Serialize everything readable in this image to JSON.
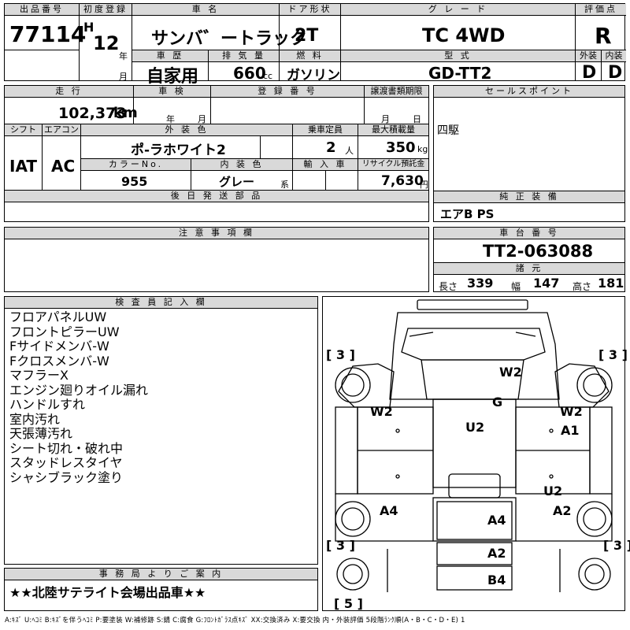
{
  "header": {
    "lot_label": "出品番号",
    "lot_number": "77114",
    "reg_label": "初度登録",
    "era": "H",
    "year": "12",
    "year_unit": "年",
    "month_unit": "月",
    "car_name_label": "車 名",
    "car_name": "サンバ゛ートラック",
    "history_label": "車 歴",
    "history": "自家用",
    "displacement_label": "排 気 量",
    "displacement": "660",
    "displacement_unit": "cc",
    "door_label": "ドア形状",
    "door": "2T",
    "fuel_label": "燃 料",
    "fuel": "ガソリン",
    "grade_label": "グ レ ー ド",
    "grade": "TC 4WD",
    "model_label": "型 式",
    "model": "GD-TT2",
    "score_label": "評価点",
    "score": "R",
    "exterior_label": "外装",
    "exterior": "D",
    "interior_label": "内装",
    "interior": "D"
  },
  "row2": {
    "mileage_label": "走 行",
    "mileage": "102,373",
    "mileage_unit": "km",
    "inspection_label": "車 検",
    "inspection_year": "年",
    "inspection_month": "月",
    "plate_label": "登 録 番 号",
    "transfer_label": "譲渡書類期限",
    "transfer_month": "月",
    "transfer_day": "日",
    "shift_label": "シフト",
    "shift": "IAT",
    "ac_label": "エアコン",
    "ac": "AC",
    "color_label": "外 装 色",
    "color": "ポ-ラホワイト2",
    "capacity_label": "乗車定員",
    "capacity": "2",
    "capacity_unit": "人",
    "load_label": "最大積載量",
    "load": "350",
    "load_unit": "kg",
    "color_no_label": "カラーNo.",
    "color_no": "955",
    "interior_color_label": "内 装 色",
    "interior_color": "グレー",
    "interior_color_unit": "系",
    "import_label": "輸 入 車",
    "recycle_label": "リサイクル預託金",
    "recycle": "7,630",
    "recycle_unit": "円",
    "delivery_label": "後 日 発 送 部 品",
    "sales_label": "セールスポイント",
    "sales": "四駆",
    "equipment_label": "純 正 装 備",
    "equipment": "エアB PS"
  },
  "notes_box": {
    "label": "注 意 事 項 欄"
  },
  "chassis": {
    "label": "車 台 番 号",
    "number": "TT2-063088",
    "dims_label": "諸 元",
    "length_label": "長さ",
    "length": "339",
    "width_label": "幅",
    "width": "147",
    "height_label": "高さ",
    "height": "181"
  },
  "inspector": {
    "label": "検 査 員 記 入 欄",
    "lines": [
      "フロアパネルUW",
      "フロントピラーUW",
      "Fサイドメンバ-W",
      "Fクロスメンバ-W",
      "マフラーX",
      "エンジン廻りオイル漏れ",
      "ハンドルすれ",
      "室内汚れ",
      "天張薄汚れ",
      "シート切れ・破れ中",
      "スタッドレスタイヤ",
      "シャシブラック塗り"
    ]
  },
  "office": {
    "label": "事 務 局 よ り ご 案 内",
    "text": "★★北陸サテライト会場出品車★★"
  },
  "diagram": {
    "tire_marks": [
      "[ 3 ]",
      "[ 3 ]",
      "[ 3 ]",
      "[ 3 ]",
      "[ 5 ]"
    ],
    "damage": [
      "W2",
      "G",
      "W2",
      "W2",
      "U2",
      "A1",
      "U2",
      "A4",
      "A4",
      "A2",
      "A2",
      "B4"
    ]
  },
  "legend": "A:ｷｽﾞ U:ﾍｺﾐ B:ｷｽﾞを伴うﾍｺﾐ P:要塗装 W:補修跡 S:錆 C:腐食 G:ﾌﾛﾝﾄｶﾞﾗｽ点ｷｽﾞ XX:交換済み X:要交換 内・外装評価 5段階ﾗﾝｸ順(A・B・C・D・E) 1"
}
